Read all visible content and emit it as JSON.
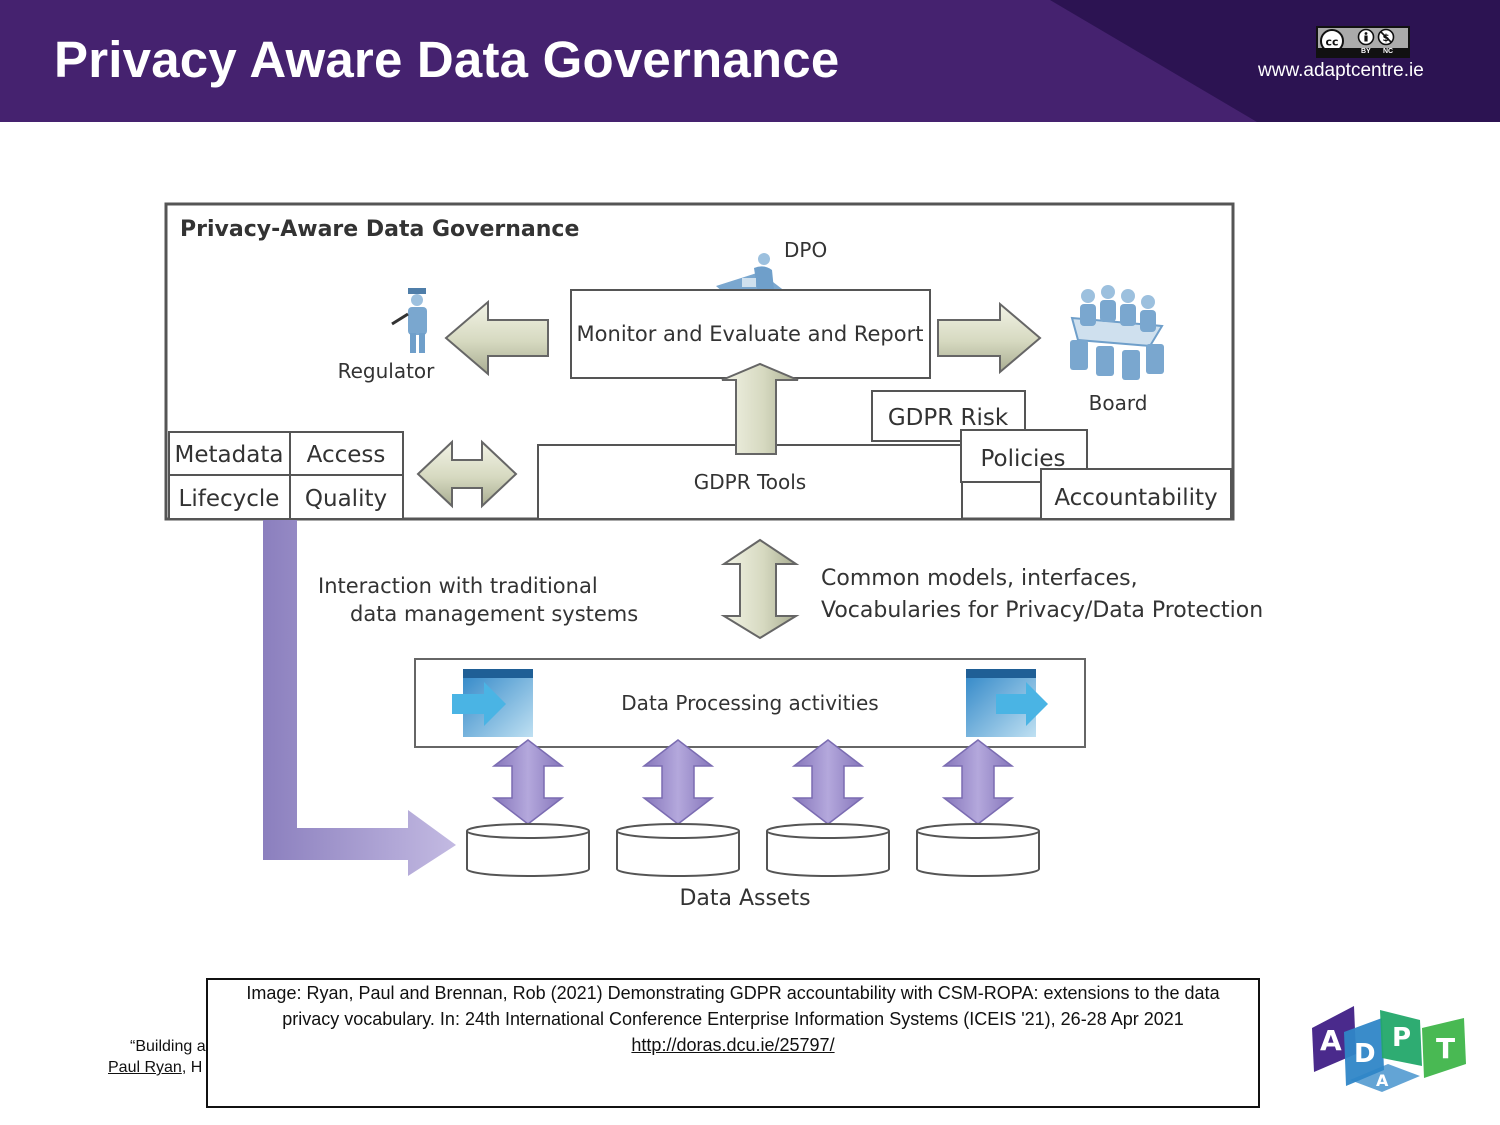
{
  "header": {
    "title": "Privacy Aware Data Governance",
    "website": "www.adaptcentre.ie",
    "license_badge": {
      "icon": "cc-by-nc-icon",
      "labels": [
        "BY",
        "NC"
      ]
    }
  },
  "diagram": {
    "frame_title": "Privacy-Aware Data Governance",
    "dpo_label": "DPO",
    "monitor_label": "Monitor  and Evaluate and Report",
    "regulator_label": "Regulator",
    "board_label": "Board",
    "gdpr_risk_label": "GDPR Risk",
    "policies_label": "Policies",
    "accountability_label": "Accountability",
    "gdpr_tools_label": "GDPR Tools",
    "grid": {
      "metadata": "Metadata",
      "access": "Access",
      "lifecycle": "Lifecycle",
      "quality": "Quality"
    },
    "interaction_line1": "Interaction with traditional",
    "interaction_line2": "data management systems",
    "common_line1": "Common models, interfaces,",
    "common_line2": "Vocabularies for Privacy/Data Protection",
    "processing_label": "Data Processing activities",
    "assets_label": "Data Assets"
  },
  "caption": {
    "line1": "Image: Ryan, Paul and Brennan, Rob  (2021) Demonstrating GDPR accountability with CSM-ROPA: extensions to the data",
    "line2": "privacy vocabulary. In: 24th International Conference Enterprise Information Systems (ICEIS '21), 26-28 Apr 2021",
    "link": "http://doras.dcu.ie/25797/"
  },
  "behind_text": {
    "line1": "“Building a",
    "author": "Paul Ryan",
    "rest": ", H"
  },
  "logo": {
    "letters": [
      "A",
      "D",
      "P",
      "T",
      "A"
    ],
    "colors": [
      "#4a2a8c",
      "#2f86c7",
      "#23a86a",
      "#3fb54a",
      "#2f86c7"
    ]
  }
}
